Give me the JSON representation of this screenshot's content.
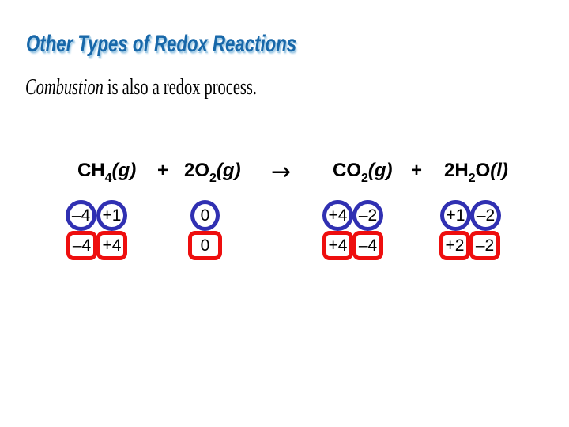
{
  "title": "Other Types of Redox Reactions",
  "subtitle": {
    "lead_italic": "Combustion",
    "rest": " is also a redox process."
  },
  "equation": {
    "operators": {
      "plus1": "+",
      "arrow": "→",
      "plus2": "+"
    },
    "species": [
      {
        "name": "methane",
        "prefix": "CH",
        "sub": "4",
        "suffix": "",
        "state": "(g)",
        "atom_ox": [
          "–4",
          "+1"
        ],
        "total_ox": [
          "–4",
          "+4"
        ]
      },
      {
        "name": "oxygen",
        "prefix": "2O",
        "sub": "2",
        "suffix": "",
        "state": "(g)",
        "atom_ox": [
          "0"
        ],
        "total_ox": [
          "0"
        ]
      },
      {
        "name": "carbon-dioxide",
        "prefix": "CO",
        "sub": "2",
        "suffix": "",
        "state": "(g)",
        "atom_ox": [
          "+4",
          "–2"
        ],
        "total_ox": [
          "+4",
          "–4"
        ]
      },
      {
        "name": "water",
        "prefix": "2H",
        "sub": "2",
        "suffix": "O",
        "state": "(l)",
        "atom_ox": [
          "+1",
          "–2"
        ],
        "total_ox": [
          "+2",
          "–2"
        ]
      }
    ]
  },
  "colors": {
    "title_blue": "#1767a9",
    "title_shadow": "#a9cfe7",
    "circle_blue": "#3030b2",
    "square_red": "#ee0e0e",
    "text_black": "#000000"
  }
}
